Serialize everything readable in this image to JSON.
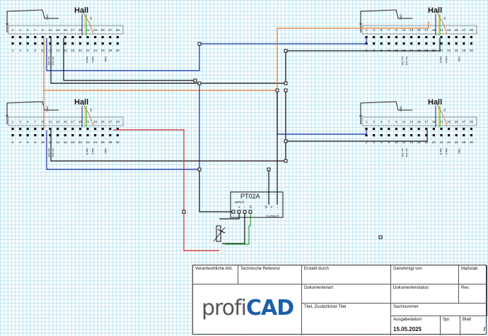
{
  "modules": [
    {
      "id": "tl",
      "hall": "Hall",
      "top_pins": [
        "1",
        "4",
        "6",
        "7",
        "9",
        "11",
        "13",
        "15",
        "17",
        "19",
        "21",
        "23",
        "25",
        "27",
        "29"
      ],
      "bottom_pins": [
        "2",
        "3",
        "5",
        "8",
        "10",
        "12",
        "14",
        "16",
        "18",
        "20",
        "22",
        "24",
        "26",
        "28",
        "30"
      ]
    },
    {
      "id": "tr",
      "hall": "Hall",
      "top_pins": [
        "1",
        "4",
        "6",
        "7",
        "9",
        "11",
        "13",
        "15",
        "17",
        "19",
        "21",
        "23",
        "25",
        "27",
        "29"
      ],
      "bottom_pins": [
        "2",
        "3",
        "5",
        "8",
        "10",
        "12",
        "14",
        "16",
        "18",
        "20",
        "22",
        "24",
        "26",
        "28",
        "30"
      ]
    },
    {
      "id": "ml",
      "hall": "Hall",
      "top_pins": [
        "1",
        "4",
        "6",
        "7",
        "9",
        "11",
        "13",
        "15",
        "17",
        "19",
        "21",
        "23",
        "25",
        "27",
        "29"
      ],
      "bottom_pins": [
        "2",
        "3",
        "5",
        "8",
        "10",
        "12",
        "14",
        "16",
        "18",
        "20",
        "22",
        "24",
        "26",
        "28",
        "30"
      ]
    },
    {
      "id": "mr",
      "hall": "Hall",
      "top_pins": [
        "1",
        "4",
        "6",
        "7",
        "9",
        "11",
        "13",
        "15",
        "17",
        "19",
        "21",
        "23",
        "25",
        "27",
        "29"
      ],
      "bottom_pins": [
        "2",
        "3",
        "5",
        "8",
        "10",
        "12",
        "14",
        "16",
        "18",
        "20",
        "22",
        "24",
        "26",
        "28",
        "30"
      ]
    }
  ],
  "converter": {
    "name": "PT02A",
    "input_label": "INPUT",
    "input_pins": [
      "+",
      "-",
      "S"
    ],
    "output_label": "OUTPUT",
    "output_pins": [
      "S",
      "+",
      "-"
    ]
  },
  "title_block": {
    "responsible": "Verantwortliche Abt.",
    "tech_ref": "Technische Referenz",
    "created_by": "Erstellt durch",
    "approved_by": "Genehmigt von",
    "scale": "Maßstab",
    "doc_type": "Dokumentenart",
    "doc_status": "Dokumentenstatus",
    "rev": "Rev.",
    "title": "Titel, Zusätzlicher Titel",
    "item_no": "Sachnummer",
    "issue_date_label": "Ausgabedatum",
    "issue_date": "15.05.2025",
    "lang": "Spr.",
    "sheet": "Blatt",
    "sheet_value": "/",
    "logo_a": "profi",
    "logo_b": "CAD"
  },
  "colors": {
    "red": "#cc2222",
    "blue": "#1a2fa0",
    "black": "#111111",
    "green": "#22aa33",
    "orange": "#e07a33",
    "yellow": "#d8c830"
  }
}
